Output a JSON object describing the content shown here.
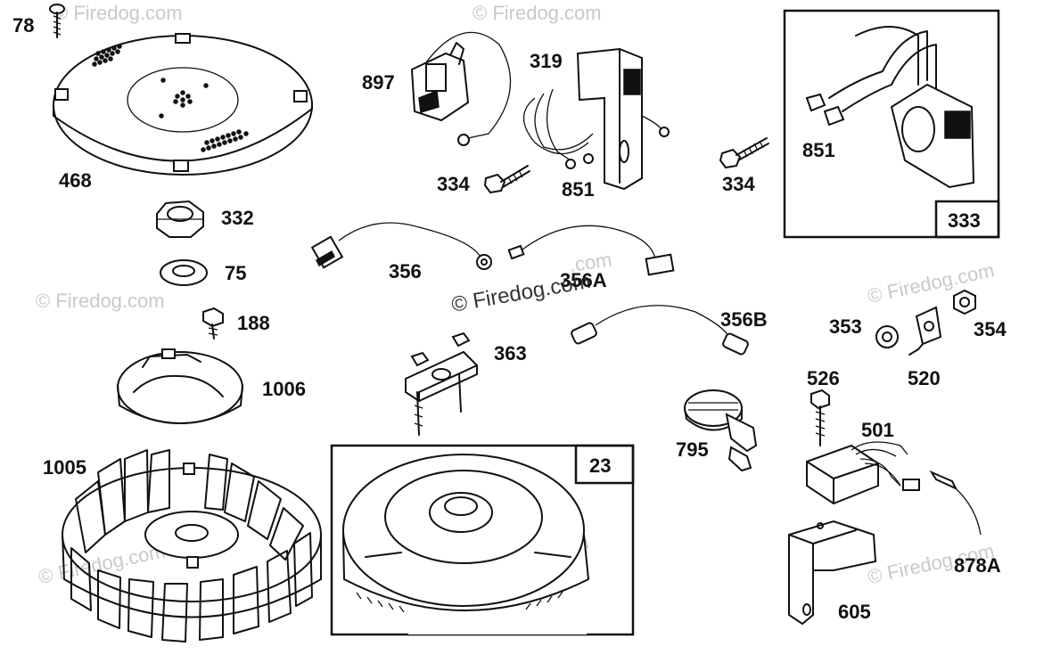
{
  "labels": {
    "p78": "78",
    "p468": "468",
    "p332": "332",
    "p75": "75",
    "p188": "188",
    "p1006": "1006",
    "p1005": "1005",
    "p897": "897",
    "p319": "319",
    "p334a": "334",
    "p851a": "851",
    "p334b": "334",
    "p851b": "851",
    "p333": "333",
    "p356": "356",
    "p356a": "356A",
    "p356b": "356B",
    "p363": "363",
    "p23": "23",
    "p795": "795",
    "p353": "353",
    "p354": "354",
    "p520": "520",
    "p526": "526",
    "p501": "501",
    "p605": "605",
    "p878a": "878A"
  },
  "watermark": {
    "center": "© Firedog.com",
    "tiled": "© Firedog.com",
    "fragment": ".com"
  }
}
